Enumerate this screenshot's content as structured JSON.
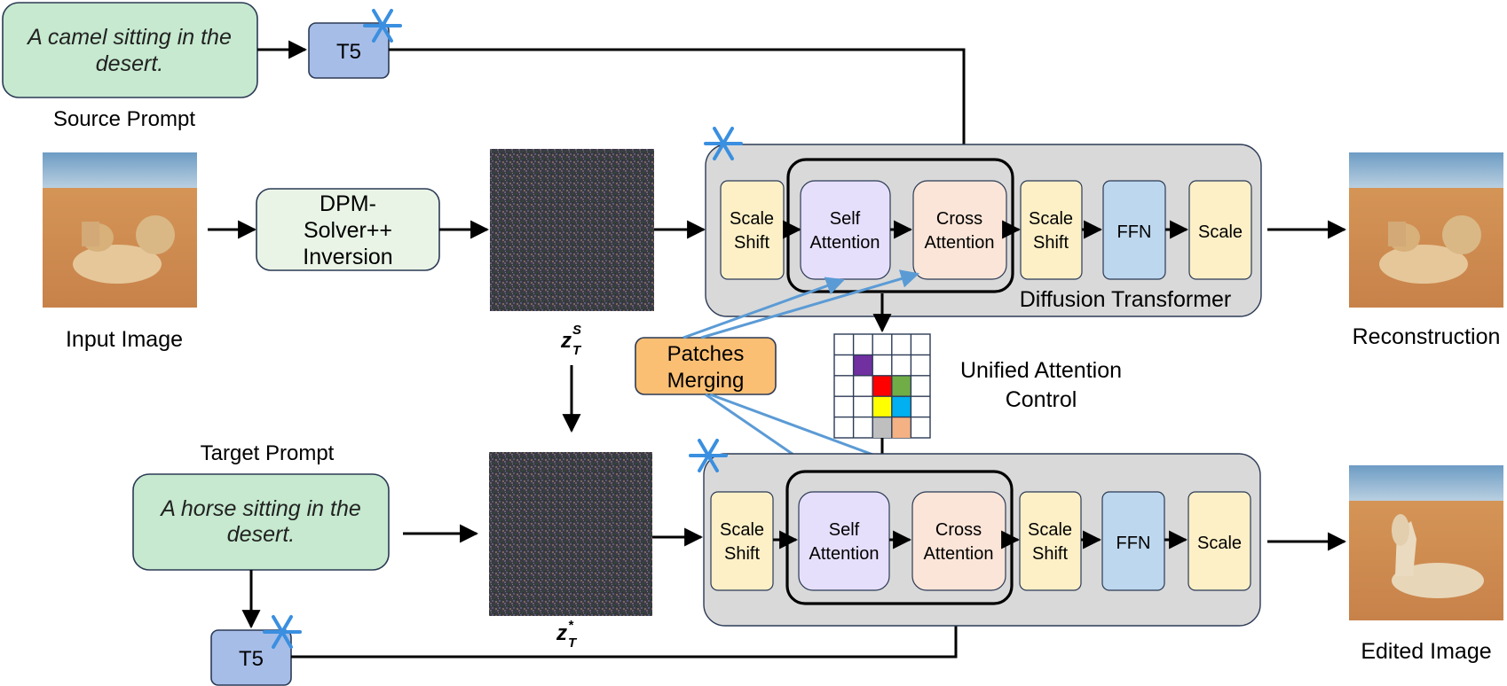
{
  "source": {
    "prompt_text_line1": "A camel sitting in the",
    "prompt_text_line2": "desert.",
    "prompt_label": "Source Prompt",
    "encoder": "T5"
  },
  "target": {
    "prompt_text_line1": "A horse sitting in the",
    "prompt_text_line2": "desert.",
    "prompt_label": "Target Prompt",
    "encoder": "T5"
  },
  "input_image_label": "Input Image",
  "reconstruction_label": "Reconstruction",
  "edited_image_label": "Edited Image",
  "inversion": {
    "line1": "DPM-",
    "line2": "Solver++",
    "line3": "Inversion"
  },
  "latent_source": {
    "base": "z",
    "sub": "T",
    "sup": "S"
  },
  "latent_target": {
    "base": "z",
    "sub": "T",
    "sup": "*"
  },
  "patches_merging": {
    "line1": "Patches",
    "line2": "Merging"
  },
  "unified_attention": {
    "line1": "Unified Attention",
    "line2": "Control"
  },
  "dit_title": "Diffusion Transformer",
  "blocks": {
    "scale_shift_1": {
      "line1": "Scale",
      "line2": "Shift"
    },
    "self_attention": {
      "line1": "Self",
      "line2": "Attention"
    },
    "cross_attention": {
      "line1": "Cross",
      "line2": "Attention"
    },
    "scale_shift_2": {
      "line1": "Scale",
      "line2": "Shift"
    },
    "ffn": "FFN",
    "scale": "Scale"
  },
  "icons": {
    "frozen": "snowflake-icon"
  },
  "colors": {
    "prompt_fill": "#c6e9cf",
    "t5_fill": "#a6bde8",
    "inversion_fill": "#e9f4e6",
    "dit_bg": "#d9d9d9",
    "scale_shift_fill": "#fdf0c7",
    "self_attn_fill": "#e6dffc",
    "cross_attn_fill": "#fbe5d8",
    "ffn_fill": "#bdd7ee",
    "patches_fill": "#fbbf73",
    "arrow_blue": "#5b9bd5",
    "snowflake": "#3a8fe0"
  }
}
